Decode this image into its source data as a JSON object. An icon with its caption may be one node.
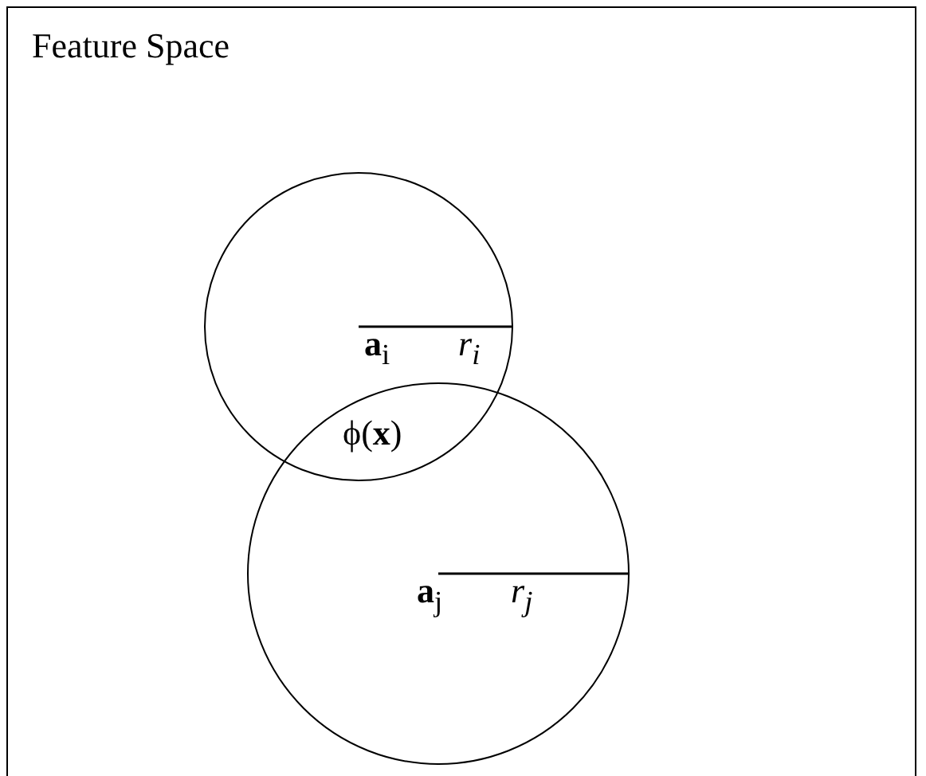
{
  "diagram": {
    "nodes": [
      {
        "text": [
          "Feature Space"
        ]
      },
      {
        "text": [
          "**a**$_{i}$",
          "r$_{i}$"
        ],
        "in": 0
      },
      {
        "text": [
          "**a**$_{j}$",
          "r$_{j}$"
        ],
        "in": 0
      }
    ],
    "labels": [
      "ϕ(**x**)"
    ]
  }
}
